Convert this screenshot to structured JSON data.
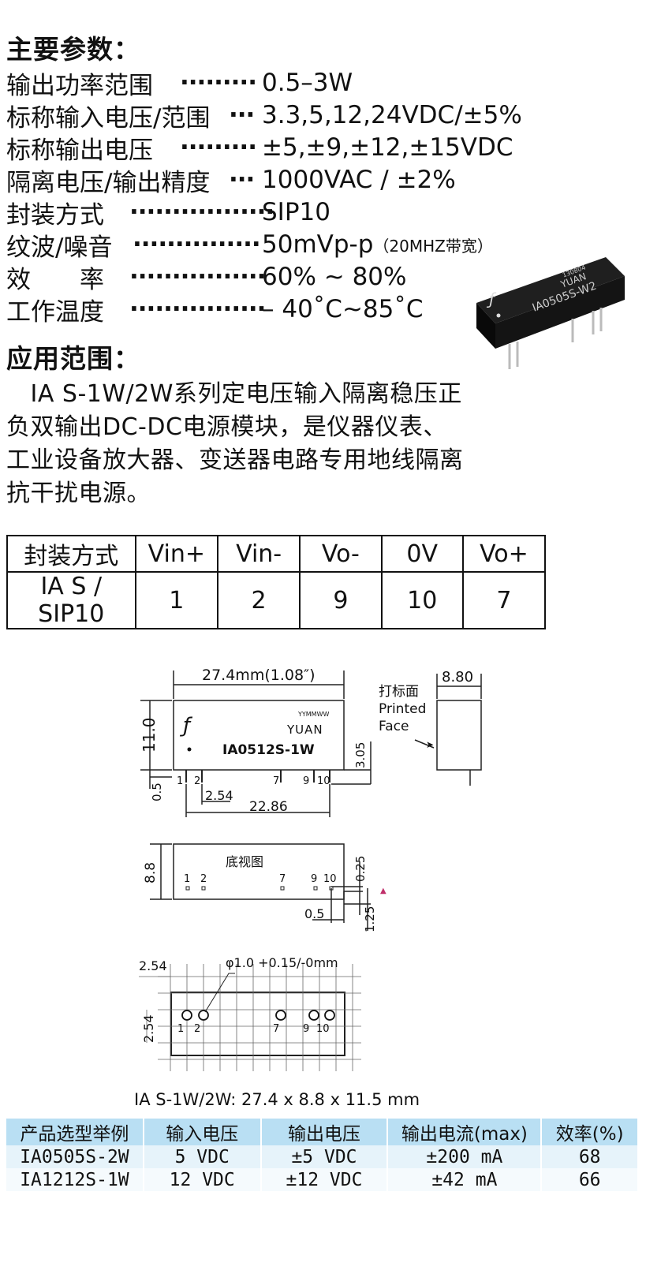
{
  "main_params": {
    "title": "主要参数：",
    "rows": [
      {
        "label": "输出功率范围",
        "dots": "·········",
        "value": "0.5–3W"
      },
      {
        "label": "标称输入电压/范围",
        "dots": "···",
        "value": "3.3,5,12,24VDC/±5%"
      },
      {
        "label": "标称输出电压",
        "dots": "·········",
        "value": "±5,±9,±12,±15VDC"
      },
      {
        "label": "隔离电压/输出精度",
        "dots": "···",
        "value": "1000VAC  /  ±2%"
      },
      {
        "label": "封装方式",
        "dots": "·················",
        "value": "SIP10"
      },
      {
        "label": "纹波/噪音",
        "dots": "···············",
        "value": "50mVp-p",
        "note": "（20MHZ带宽）"
      },
      {
        "label": "效　　率",
        "dots": "················",
        "value": "60% ~ 80%"
      },
      {
        "label": "工作温度",
        "dots": "················",
        "value": "– 40˚C~85˚C"
      }
    ]
  },
  "module_photo": {
    "line1": "130804",
    "line2": "YUAN",
    "line3": "IA0505S-W2"
  },
  "application": {
    "title": "应用范围：",
    "lines": [
      "　IA S-1W/2W系列定电压输入隔离稳压正",
      "负双输出DC-DC电源模块，是仪器仪表、",
      "工业设备放大器、变送器电路专用地线隔离",
      "抗干扰电源。"
    ]
  },
  "pin_table": {
    "headers": [
      "封装方式",
      "Vin+",
      "Vin-",
      "Vo-",
      "0V",
      "Vo+"
    ],
    "row": [
      "IA S / SIP10",
      "1",
      "2",
      "9",
      "10",
      "7"
    ]
  },
  "drawing": {
    "length_label": "27.4mm(1.08″)",
    "height_label": "11.0",
    "pin_len_label": "0.5",
    "pin_pitch_label": "2.54",
    "pin_span_label": "22.86",
    "side_thick_label": "3.05",
    "width_label": "8.80",
    "printed_face_cn": "打标面",
    "printed_face_en1": "Printed",
    "printed_face_en2": "Face",
    "label_date": "YYMMWW",
    "label_brand": "YUAN",
    "label_model": "IA0512S-1W",
    "bottom_title": "底视图",
    "bottom_depth_label": "8.8",
    "bottom_025_label": "0.25",
    "bottom_05_label": "0.5",
    "bottom_125_label": "1.25",
    "pins": [
      "1",
      "2",
      "7",
      "9",
      "10"
    ],
    "hole_label": "φ1.0  +0.15/-0mm",
    "grid_pitch_x": "2.54",
    "grid_pitch_y": "2.54"
  },
  "dims_caption": "IA S-1W/2W: 27.4 x 8.8 x 11.5 mm",
  "product_table": {
    "headers": [
      "产品选型举例",
      "输入电压",
      "输出电压",
      "输出电流(max)",
      "效率(%)"
    ],
    "rows": [
      [
        "IA0505S-2W",
        "5 VDC",
        "±5 VDC",
        "±200 mA",
        "68"
      ],
      [
        "IA1212S-1W",
        "12 VDC",
        "±12 VDC",
        "±42 mA",
        "66"
      ]
    ]
  }
}
